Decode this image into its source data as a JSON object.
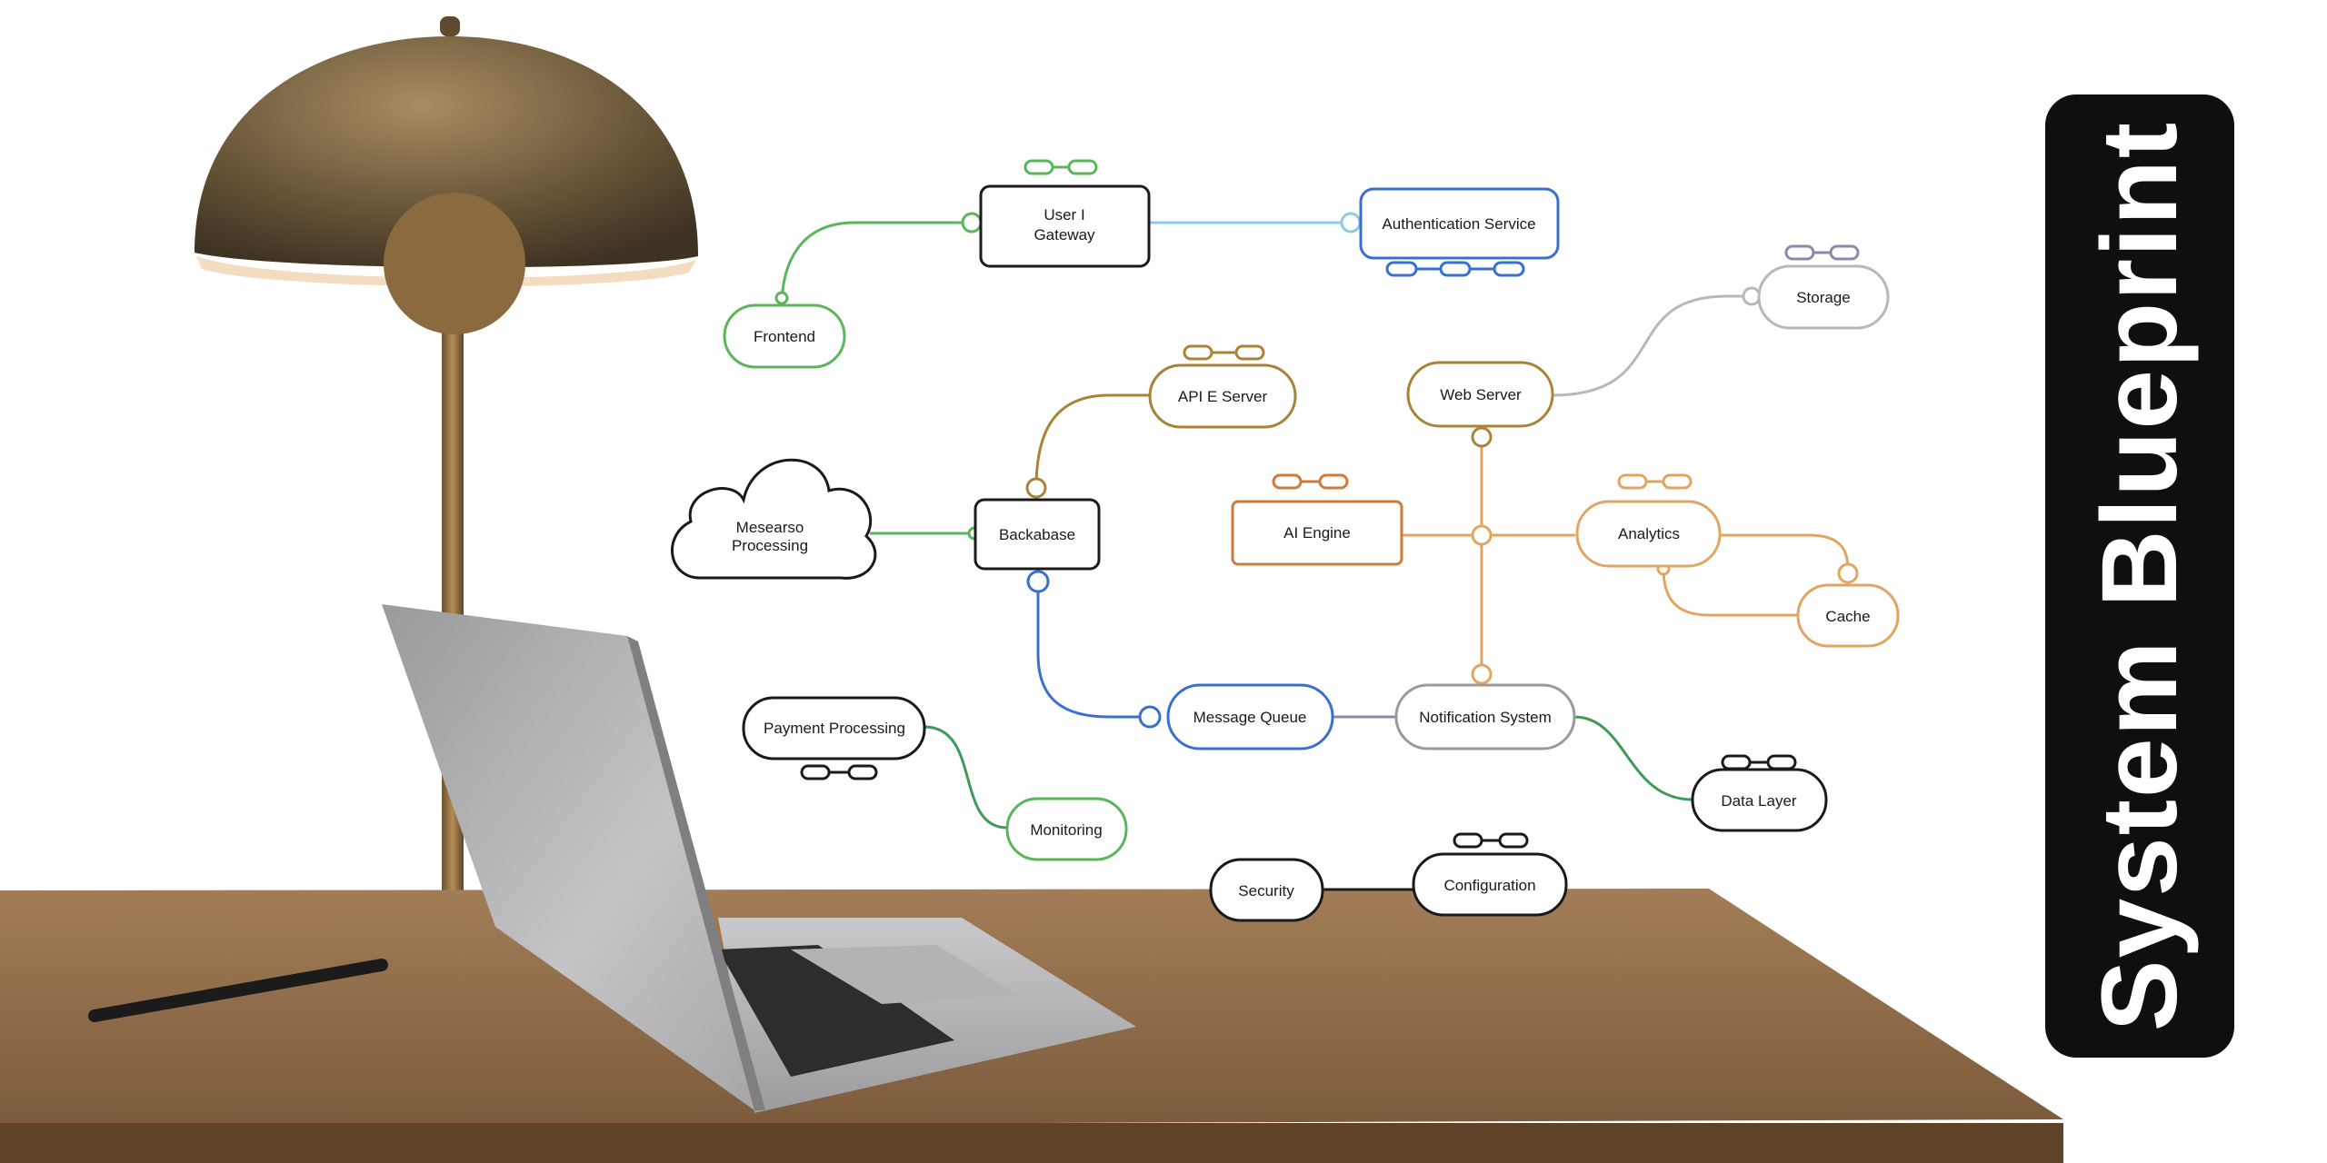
{
  "banner": {
    "title": "System Blueprint"
  },
  "colors": {
    "green": "#5bb55a",
    "light_blue": "#8ec9e6",
    "blue": "#3a6fd1",
    "brown": "#a88338",
    "orange": "#e2a561",
    "dark_orange": "#cf7a3a",
    "gray": "#b8b8b8",
    "dark_green": "#3e9a55",
    "black": "#1a1a1a",
    "desk": "#8e6a47",
    "banner_bg": "#0f0f0f"
  },
  "nodes": {
    "user_gateway": {
      "line1": "User I",
      "line2": "Gateway"
    },
    "authentication_service": "Authentication Service",
    "frontend": "Frontend",
    "api_server": "API E Server",
    "web_server": "Web Server",
    "storage": "Storage",
    "message_processing": {
      "line1": "Mesearso",
      "line2": "Processing"
    },
    "backabase": "Backabase",
    "ai_engine": "AI Engine",
    "analytics": "Analytics",
    "cache": "Cache",
    "payment_processing": "Payment Processing",
    "message_queue": "Message Queue",
    "notification_system": "Notification System",
    "monitoring": "Monitoring",
    "data_layer": "Data Layer",
    "security": "Security",
    "configuration": "Configuration"
  }
}
